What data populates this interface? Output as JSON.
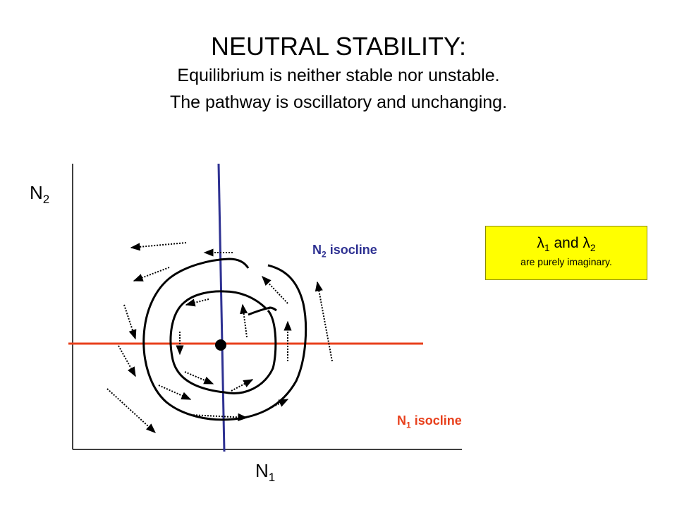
{
  "title": "NEUTRAL STABILITY:",
  "subtitle_line1": "Equilibrium is neither stable nor unstable.",
  "subtitle_line2": "The pathway is oscillatory and unchanging.",
  "axes": {
    "y_label_main": "N",
    "y_label_sub": "2",
    "x_label_main": "N",
    "x_label_sub": "1"
  },
  "isoclines": {
    "n2_main": "N",
    "n2_sub": "2",
    "n2_text": " isocline",
    "n1_main": "N",
    "n1_sub": "1",
    "n1_text": " isocline"
  },
  "eigen_box": {
    "lambda": "λ",
    "sub1": "1",
    "and": " and ",
    "sub2": "2",
    "note": "are purely imaginary."
  },
  "colors": {
    "n2_isocline": "#2e3192",
    "n1_isocline": "#e8401c",
    "box_fill": "#ffff00"
  }
}
